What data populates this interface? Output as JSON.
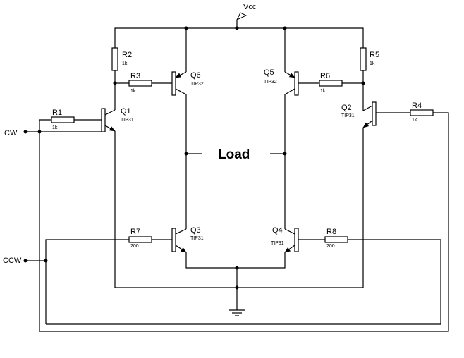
{
  "labels": {
    "vcc": "Vcc",
    "cw": "CW",
    "ccw": "CCW",
    "load": "Load"
  },
  "resistors": [
    {
      "ref": "R1",
      "value": "1k"
    },
    {
      "ref": "R2",
      "value": "1k"
    },
    {
      "ref": "R3",
      "value": "1k"
    },
    {
      "ref": "R4",
      "value": "1k"
    },
    {
      "ref": "R5",
      "value": "1k"
    },
    {
      "ref": "R6",
      "value": "1k"
    },
    {
      "ref": "R7",
      "value": "200"
    },
    {
      "ref": "R8",
      "value": "200"
    }
  ],
  "transistors": [
    {
      "ref": "Q1",
      "type": "TIP31"
    },
    {
      "ref": "Q2",
      "type": "TIP31"
    },
    {
      "ref": "Q3",
      "type": "TIP31"
    },
    {
      "ref": "Q4",
      "type": "TIP31"
    },
    {
      "ref": "Q5",
      "type": "TIP32"
    },
    {
      "ref": "Q6",
      "type": "TIP32"
    }
  ]
}
